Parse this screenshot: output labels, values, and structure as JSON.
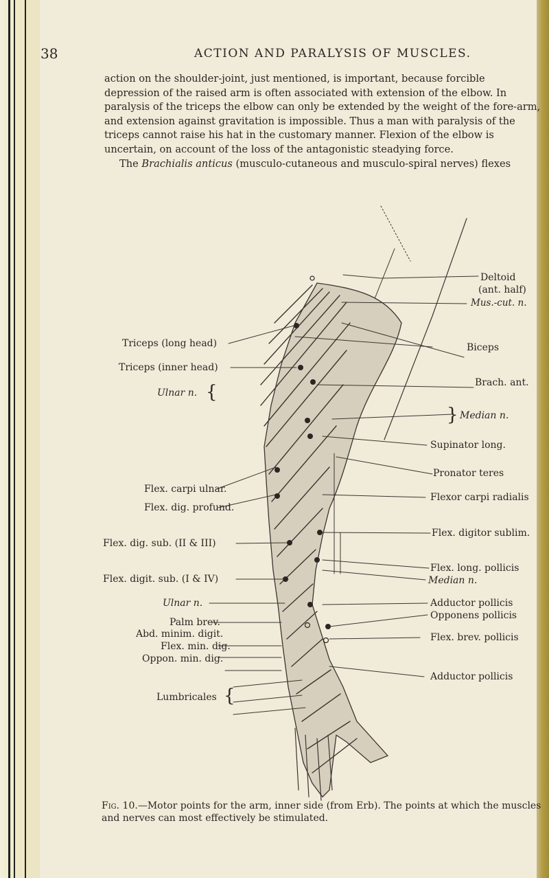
{
  "header": {
    "page_number": "38",
    "running_head": "ACTION AND PARALYSIS OF MUSCLES."
  },
  "body": {
    "paragraph_1": "action on the shoulder-joint, just mentioned, is important, because forcible depression of the raised arm is often associated with extension of the elbow. In paralysis of the triceps the elbow can only be extended by the weight of the fore-arm, and extension against gravitation is impossible. Thus a man with paralysis of the triceps cannot raise his hat in the customary manner. Flexion of the elbow is uncertain, on account of the loss of the antagonistic steadying force.",
    "paragraph_2_lead": "The ",
    "paragraph_2_italic": "Brachialis anticus",
    "paragraph_2_rest": " (musculo-cutaneous and musculo-spiral nerves) flexes"
  },
  "figure": {
    "labels_right": {
      "deltoid_1": "Deltoid",
      "deltoid_2": "(ant. half)",
      "mus_cut": "Mus.-cut. n.",
      "biceps": "Biceps",
      "brach_ant": "Brach. ant.",
      "median_upper": "Median n.",
      "supinator": "Supinator long.",
      "pronator": "Pronator teres",
      "flexor_carpi_radialis": "Flexor carpi radialis",
      "flex_digitor_sublim": "Flex. digitor sublim.",
      "flex_long_pollicis": "Flex. long. pollicis",
      "median_lower": "Median n.",
      "adductor_1": "Adductor pollicis",
      "opponens": "Opponens pollicis",
      "flex_brev_pollicis": "Flex. brev. pollicis",
      "adductor_2": "Adductor pollicis"
    },
    "labels_left": {
      "triceps_long": "Triceps (long head)",
      "triceps_inner": "Triceps (inner head)",
      "ulnar_upper": "Ulnar n.",
      "flex_carpi_ulnar": "Flex. carpi ulnar.",
      "flex_dig_profund": "Flex. dig. profund.",
      "flex_dig_sub_2_3": "Flex. dig. sub. (II & III)",
      "flex_digit_sub_1_4": "Flex. digit. sub. (I & IV)",
      "ulnar_lower": "Ulnar n.",
      "palm_brev": "Palm brev.",
      "abd_minim": "Abd. minim. digit.",
      "flex_min_dig": "Flex. min. dig.",
      "oppon_min": "Oppon. min. dig.",
      "lumbricales": "Lumbricales"
    }
  },
  "caption": {
    "label": "Fig. 10.",
    "text": "—Motor points for the arm, inner side (from Erb). The points at which the muscles and nerves can most effectively be stimulated."
  },
  "colors": {
    "paper": "#f1ebda",
    "ink": "#2a2622"
  }
}
